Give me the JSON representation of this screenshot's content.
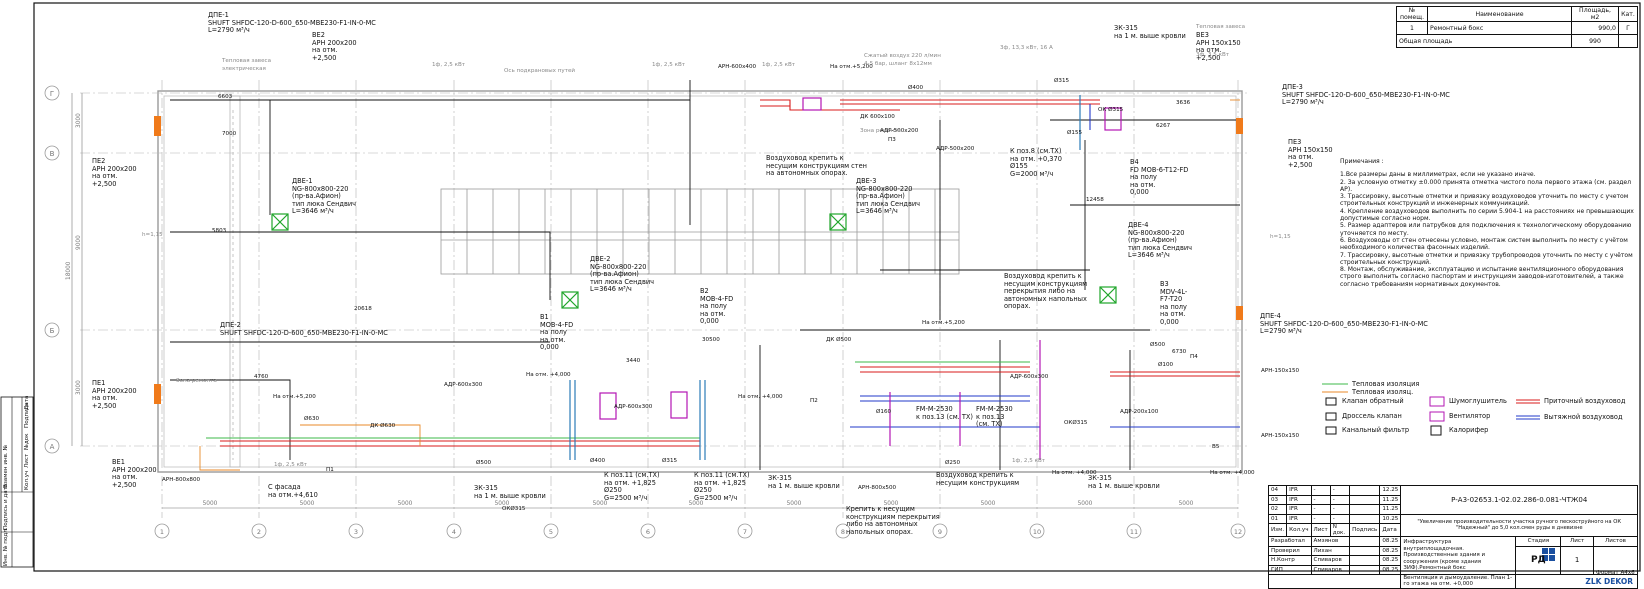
{
  "room_table": {
    "headers": [
      "№ помещ.",
      "Наименование",
      "Площадь, м2",
      "Кат."
    ],
    "rows": [
      [
        "1",
        "Ремонтный бокс",
        "990,0",
        "Г"
      ]
    ],
    "total_label": "Общая площадь",
    "total_value": "990"
  },
  "notes": {
    "title": "Примечания :",
    "items": [
      "1.Все размеры даны в миллиметрах, если не указано иначе.",
      "2. За условную отметку ±0.000 принята отметка чистого пола первого этажа (см. раздел АР).",
      "3. Трассировку, высотные отметки и привязку воздуховодов уточнить по месту с учетом строительных конструкций и инженерных коммуникаций.",
      "4. Крепление воздуховодов выполнить по серии 5.904-1 на расстояниях не превышающих допустимые согласно норм.",
      "5. Размер адаптеров или патрубков для подключения к технологическому оборудованию уточняется по месту.",
      "6. Воздуховоды от стен отнесены условно, монтаж систем выполнить по месту с учётом необходимого количества фасонных изделий.",
      "7. Трассировку, высотные отметки и привязку трубопроводов уточнить по месту с учётом строительных конструкций.",
      "8. Монтаж, обслуживание, эксплуатацию и испытание вентиляционного оборудования строго выполнить согласно паспортам и инструкциям заводов-изготовителей, а также согласно требованиям нормативных документов."
    ]
  },
  "legend": {
    "heat_insulation": "Тепловая изоляция",
    "fire_insulation": "Тепловая изоляц.",
    "check_valve": "Клапан обратный",
    "throttle_valve": "Дроссель клапан",
    "duct_filter": "Канальный фильтр",
    "silencer": "Шумоглушитель",
    "fan": "Вентилятор",
    "heater": "Калорифер",
    "supply_duct": "Приточный воздуховод",
    "exhaust_duct": "Вытяжной воздуховод"
  },
  "title_block": {
    "code": "Р-А3-02653.1-02.02.286-0.081-ЧТЖ04",
    "project": "\"Увеличение производительности участка ручного пескоструйного на ОК \"Надежный\" до 5,0 кол.смен руды в дневизне",
    "object": "Инфраструктура внутриплощадочная. Производственные здания и сооружения (кроме здания ЗИФ).Ремонтный бокс",
    "sheet_title": "Вентиляция и дымоудаление. План 1-го этажа на отм. +0,000",
    "stage_label": "Стадия",
    "sheet_label": "Лист",
    "sheets_label": "Листов",
    "stage": "РД",
    "sheet": "1",
    "company": "ZLK DEKOR",
    "revisions": [
      [
        "04",
        "IFR",
        "-",
        "-",
        "",
        "12.25"
      ],
      [
        "03",
        "IFR",
        "-",
        "-",
        "",
        "11.25"
      ],
      [
        "02",
        "IFR",
        "-",
        "-",
        "",
        "11.25"
      ],
      [
        "01",
        "IFR",
        "-",
        "-",
        "",
        "10.25"
      ]
    ],
    "rev_headers": [
      "Изм.",
      "Кол.уч",
      "Лист",
      "N док.",
      "Подпись",
      "Дата"
    ],
    "people": [
      [
        "Разработал",
        "Амзянов",
        "08.25"
      ],
      [
        "Проверил",
        "Лихан",
        "08.25"
      ],
      [
        "Н.Контр",
        "Спиваров",
        "08.25"
      ],
      [
        "ГИП",
        "Спиваров",
        "08.25"
      ]
    ],
    "format": "Формат А4х6"
  },
  "axes": {
    "letters": [
      "Г",
      "В",
      "Б",
      "А"
    ],
    "numbers": [
      "1",
      "2",
      "3",
      "4",
      "5",
      "6",
      "7",
      "8",
      "9",
      "10",
      "11",
      "12"
    ],
    "spans": [
      "5000",
      "5000",
      "5000",
      "5000",
      "5000",
      "5000",
      "5000",
      "5000",
      "5000",
      "5000",
      "5000"
    ],
    "vertical_dims": [
      "3000",
      "9000",
      "3000",
      "18000"
    ]
  },
  "stamp": [
    "Инв. № подл.",
    "Подпись и дата",
    "Взамен инв. №",
    "Кол.уч",
    "Лист",
    "№док",
    "Подпись",
    "Дата"
  ],
  "labels": [
    {
      "k": "dpe1",
      "lines": [
        "ДПЕ-1",
        "SHUFT SHFDC-120-D-600_650-MBE230-F1-IN-0-MC",
        "L=2790 м³/ч"
      ]
    },
    {
      "k": "ve2",
      "lines": [
        "ВЕ2",
        "АРН 200х200",
        "на отм.",
        "+2,500"
      ]
    },
    {
      "k": "pe2",
      "lines": [
        "ПЕ2",
        "АРН 200х200",
        "на отм.",
        "+2,500"
      ]
    },
    {
      "k": "dve1",
      "lines": [
        "ДВЕ-1",
        "NG-800х800-220",
        "(пр-ва.Афион)",
        "тип люка Сендвич",
        "L=3646 м³/ч"
      ]
    },
    {
      "k": "dpe2",
      "lines": [
        "ДПЕ-2",
        "SHUFT SHFDC-120-D-600_650-MBE230-F1-IN-0-MC"
      ]
    },
    {
      "k": "pe1",
      "lines": [
        "ПЕ1",
        "АРН 200х200",
        "на отм.",
        "+2,500"
      ]
    },
    {
      "k": "ve1",
      "lines": [
        "ВЕ1",
        "АРН 200х200",
        "на отм.",
        "+2,500"
      ]
    },
    {
      "k": "dve2",
      "lines": [
        "ДВЕ-2",
        "NG-800х800-220",
        "(пр-ва.Афион)",
        "тип люка Сендвич",
        "L=3646 м³/ч"
      ]
    },
    {
      "k": "b1",
      "lines": [
        "В1",
        "MOB-4-FD",
        "на полу",
        "на отм.",
        "0,000"
      ]
    },
    {
      "k": "b2",
      "lines": [
        "В2",
        "MOB-4-FD",
        "на полу",
        "на отм.",
        "0,000"
      ]
    },
    {
      "k": "dve3",
      "lines": [
        "ДВЕ-3",
        "NG-800х800-220",
        "(пр-ва.Афион)",
        "тип люка Сендвич",
        "L=3646 м³/ч"
      ]
    },
    {
      "k": "mount1",
      "lines": [
        "Воздуховод крепить к",
        "несущим конструкциям стен",
        "на автономных опорах."
      ]
    },
    {
      "k": "ve3",
      "lines": [
        "ВЕ3",
        "АРН 150х150",
        "на отм.",
        "+2,500"
      ]
    },
    {
      "k": "dpe3",
      "lines": [
        "ДПЕ-3",
        "SHUFT SHFDC-120-D-600_650-MBE230-F1-IN-0-MC",
        "L=2790 м³/ч"
      ]
    },
    {
      "k": "pe3",
      "lines": [
        "ПЕ3",
        "АРН 150х150",
        "на отм.",
        "+2,500"
      ]
    },
    {
      "k": "b4",
      "lines": [
        "В4",
        "FD MOB-6-T12-FD",
        "на полу",
        "на отм.",
        "0,000"
      ]
    },
    {
      "k": "kpoz8",
      "lines": [
        "К поз.8 (см.ТХ)",
        "на отм. +0,370",
        "Ø155",
        "G=2000 м³/ч"
      ]
    },
    {
      "k": "dve4",
      "lines": [
        "ДВЕ-4",
        "NG-800х800-220",
        "(пр-ва.Афион)",
        "тип люка Сендвич",
        "L=3646 м³/ч"
      ]
    },
    {
      "k": "b3",
      "lines": [
        "В3",
        "MDV-4L-",
        "F7-T20",
        "на полу",
        "на отм.",
        "0,000"
      ]
    },
    {
      "k": "dpe4",
      "lines": [
        "ДПЕ-4",
        "SHUFT SHFDC-120-D-600_650-MBE230-F1-IN-0-MC",
        "L=2790 м³/ч"
      ]
    },
    {
      "k": "mount2",
      "lines": [
        "Воздуховод крепить к",
        "несущим конструкциям",
        "перекрытия либо на",
        "автономных напольных",
        "опорах."
      ]
    },
    {
      "k": "mount3",
      "lines": [
        "Крепить к несущим",
        "конструкциям перекрытия",
        "либо на автономных",
        "напольных опорах."
      ]
    },
    {
      "k": "mount4",
      "lines": [
        "Воздуховод крепить к",
        "несущим конструкциям"
      ]
    },
    {
      "k": "kpoz11a",
      "lines": [
        "К поз.11 (см.ТХ)",
        "на отм. +1,825",
        "Ø250",
        "G=2500 м³/ч"
      ]
    },
    {
      "k": "kpoz11b",
      "lines": [
        "К поз.11 (см.ТХ)",
        "на отм. +1,825",
        "Ø250",
        "G=2500 м³/ч"
      ]
    },
    {
      "k": "zk315a",
      "lines": [
        "ЗК-315",
        "на 1 м. выше кровли"
      ]
    },
    {
      "k": "zk315b",
      "lines": [
        "ЗК-315",
        "на 1 м. выше кровли"
      ]
    },
    {
      "k": "zk315c",
      "lines": [
        "ЗК-315",
        "на 1 м. выше кровли"
      ]
    },
    {
      "k": "zk315d",
      "lines": [
        "ЗК-315",
        "на 1 м. выше кровли"
      ]
    },
    {
      "k": "fm1",
      "lines": [
        "FM-M-2530",
        "к поз.13 (см. ТХ)"
      ]
    },
    {
      "k": "fm2",
      "lines": [
        "FM-M-2530",
        "к поз.13",
        "(см. ТХ)"
      ]
    },
    {
      "k": "sfasad",
      "lines": [
        "С фасада",
        "на отм.+4,610"
      ]
    }
  ],
  "small_labels": [
    {
      "k": "apn600",
      "t": "АРН-600х400"
    },
    {
      "k": "otm5200a",
      "t": "На отм.+5,200"
    },
    {
      "k": "otm5200b",
      "t": "На отм.+5,200"
    },
    {
      "k": "otm5200c",
      "t": "На отм.+5,200"
    },
    {
      "k": "dk600",
      "t": "ДК 600х100"
    },
    {
      "k": "adr500a",
      "t": "АДР-500х200"
    },
    {
      "k": "adr500b",
      "t": "АДР-500х200"
    },
    {
      "k": "d400a",
      "t": "Ø400"
    },
    {
      "k": "d315a",
      "t": "Ø315"
    },
    {
      "k": "ok315a",
      "t": "ОК Ø315"
    },
    {
      "k": "apn800",
      "t": "АРН-800х800"
    },
    {
      "k": "apn800b",
      "t": "АРН-800х500"
    },
    {
      "k": "adr600a",
      "t": "АДР-600х300"
    },
    {
      "k": "adr600b",
      "t": "АДР-600х300"
    },
    {
      "k": "adr600c",
      "t": "АДР-600х300"
    },
    {
      "k": "dk630",
      "t": "ДК Ø630"
    },
    {
      "k": "d630",
      "t": "Ø630"
    },
    {
      "k": "d500",
      "t": "Ø500"
    },
    {
      "k": "d400b",
      "t": "Ø400"
    },
    {
      "k": "d315b",
      "t": "Ø315"
    },
    {
      "k": "ok315b",
      "t": "ОКØ315"
    },
    {
      "k": "ok315c",
      "t": "ОКØ315"
    },
    {
      "k": "apn150a",
      "t": "АРН-150х150"
    },
    {
      "k": "apn150b",
      "t": "АРН-150х150"
    },
    {
      "k": "adr200",
      "t": "АДР-200х100"
    },
    {
      "k": "d250",
      "t": "Ø250"
    },
    {
      "k": "d160",
      "t": "Ø160"
    },
    {
      "k": "dk500",
      "t": "ДК Ø500"
    },
    {
      "k": "d100",
      "t": "Ø100"
    },
    {
      "k": "otm4000a",
      "t": "На отм. +4,000"
    },
    {
      "k": "otm4000b",
      "t": "На отм. +4,000"
    },
    {
      "k": "otm4000c",
      "t": "На отм. +4,000"
    },
    {
      "k": "otm4000d",
      "t": "На отм. +4,000"
    },
    {
      "k": "p1",
      "t": "П1"
    },
    {
      "k": "p2",
      "t": "П2"
    },
    {
      "k": "p4",
      "t": "П4"
    },
    {
      "k": "p3",
      "t": "П3"
    },
    {
      "k": "v5",
      "t": "В5"
    },
    {
      "k": "d155",
      "t": "Ø155"
    },
    {
      "k": "d500s",
      "t": "Ø500"
    },
    {
      "k": "dim6603",
      "t": "6603"
    },
    {
      "k": "dim7000",
      "t": "7000"
    },
    {
      "k": "dim5803",
      "t": "5803"
    },
    {
      "k": "dim20618",
      "t": "20618"
    },
    {
      "k": "dim30500",
      "t": "30500"
    },
    {
      "k": "dim4760",
      "t": "4760"
    },
    {
      "k": "dim6267",
      "t": "6267"
    },
    {
      "k": "dim3636",
      "t": "3636"
    },
    {
      "k": "dim12458",
      "t": "12458"
    },
    {
      "k": "dim6730",
      "t": "6730"
    },
    {
      "k": "dim3440",
      "t": "3440"
    }
  ],
  "gray_labels": [
    {
      "k": "g1",
      "t": "Тепловая завеса"
    },
    {
      "k": "g2",
      "t": "электрическая"
    },
    {
      "k": "g3",
      "t": "Ось подкрановых путей"
    },
    {
      "k": "g4",
      "t": "1ф, 2,5 кВт"
    },
    {
      "k": "g5",
      "t": "1ф, 2,5 кВт"
    },
    {
      "k": "g6",
      "t": "1ф, 2,5 кВт"
    },
    {
      "k": "g7",
      "t": "Сжатый воздух  220 л/мин"
    },
    {
      "k": "g8",
      "t": "4-5 бар, шланг 8х12мм"
    },
    {
      "k": "g9",
      "t": "3ф, 13,3 кВт, 16 А"
    },
    {
      "k": "g10",
      "t": "3ф, 3,5 кВт"
    },
    {
      "k": "g11",
      "t": "Тепловая завеса"
    },
    {
      "k": "g12",
      "t": "Зона ремонта"
    },
    {
      "k": "g13",
      "t": "Зона ремонта"
    },
    {
      "k": "g14",
      "t": "1ф, 2,5 кВт"
    },
    {
      "k": "g15",
      "t": "1ф, 2,5 кВт"
    },
    {
      "k": "g16",
      "t": "h=1,15"
    },
    {
      "k": "g17",
      "t": "h=1,15"
    }
  ]
}
